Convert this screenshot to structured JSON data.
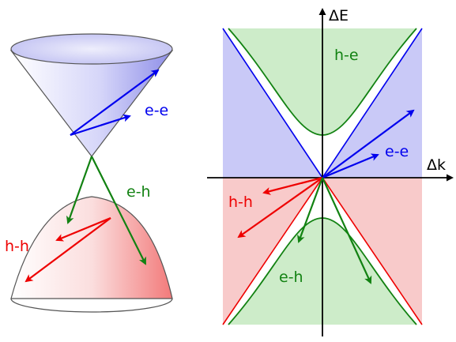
{
  "left_panel": {
    "labels": {
      "ee": "e-e",
      "eh": "e-h",
      "hh": "h-h"
    }
  },
  "right_panel": {
    "axes": {
      "y_label": "ΔE",
      "x_label": "Δk"
    },
    "region_labels": {
      "he": "h-e",
      "ee": "e-e",
      "hh": "h-h",
      "eh": "e-h"
    }
  },
  "colors": {
    "electron": "#0000ee",
    "hole": "#ee0000",
    "interband": "#128212",
    "blue_fill": "#c9c9f7",
    "red_fill": "#f8caca",
    "green_fill": "#cdecc9"
  }
}
